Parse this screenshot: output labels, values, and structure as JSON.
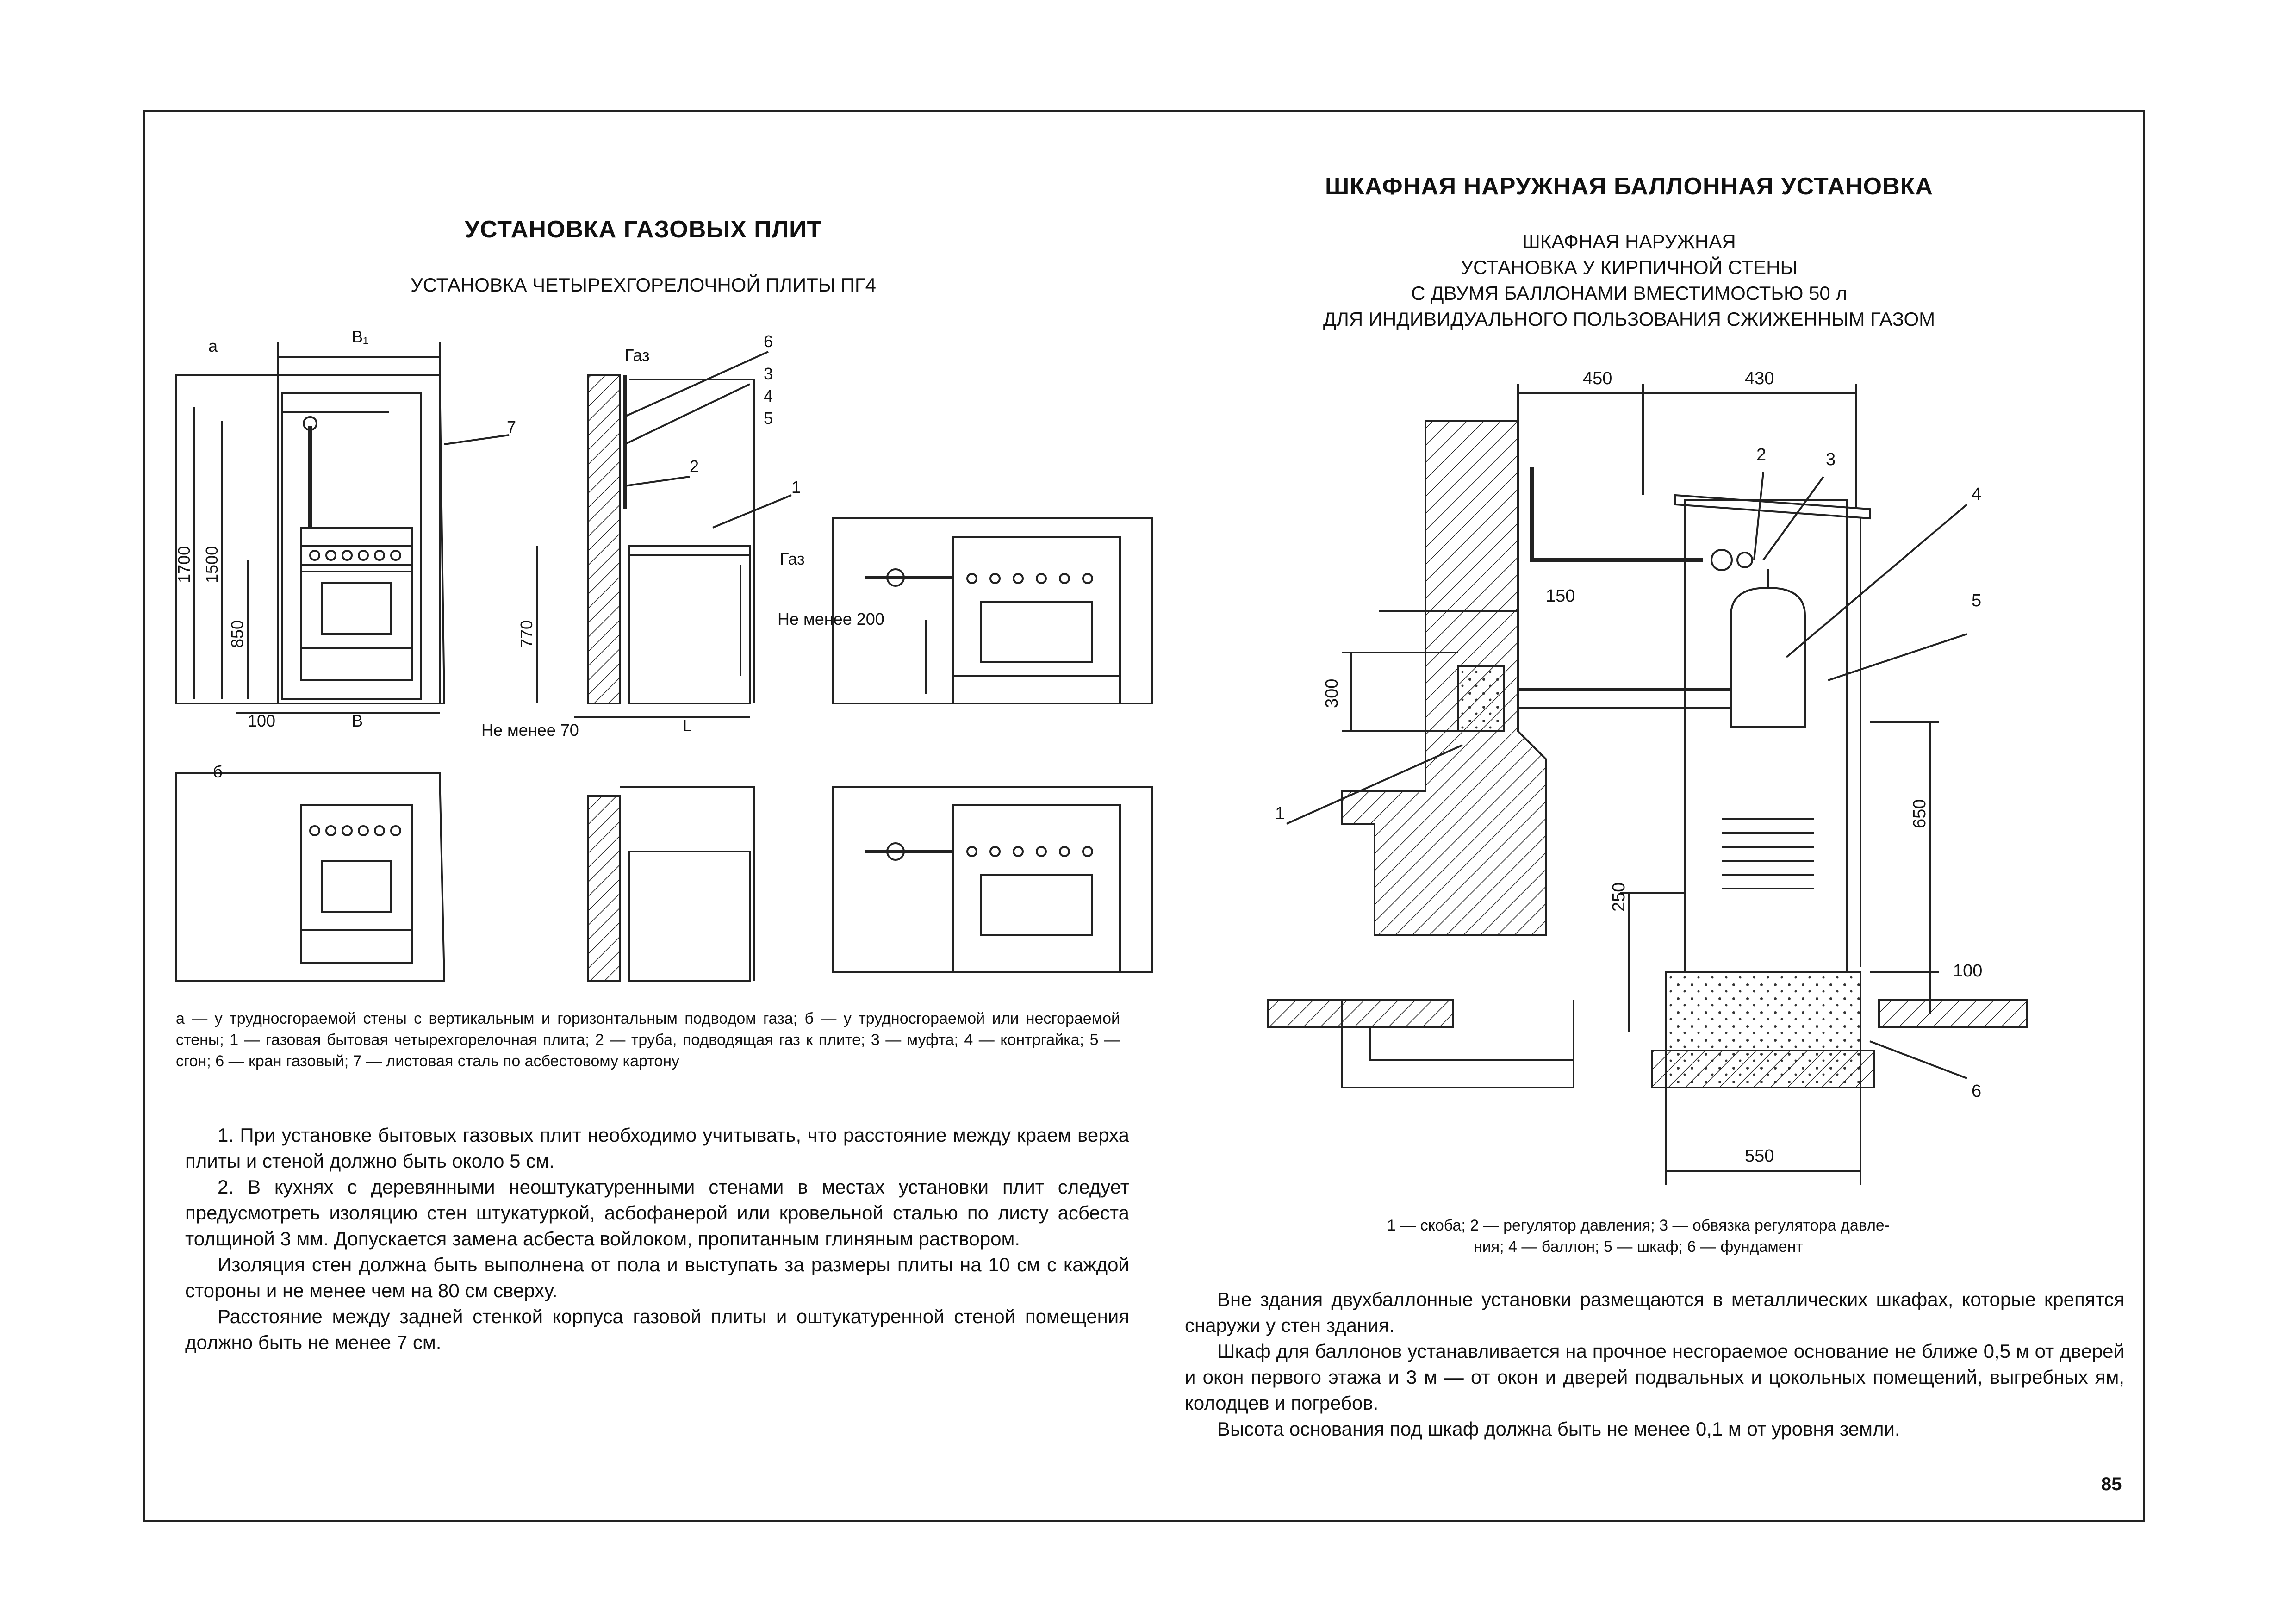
{
  "left": {
    "title": "УСТАНОВКА ГАЗОВЫХ ПЛИТ",
    "subtitle": "УСТАНОВКА ЧЕТЫРЕХГОРЕЛОЧНОЙ ПЛИТЫ ПГ4",
    "figure_labels": {
      "a": "а",
      "b": "б",
      "B1": "B₁",
      "B": "B",
      "L": "L",
      "dim_1700": "1700",
      "dim_1500": "1500",
      "dim_850": "850",
      "dim_100": "100",
      "dim_770": "770",
      "gas1": "Газ",
      "gas2": "Газ",
      "ne_menee_200": "Не менее 200",
      "ne_menee_70": "Не менее 70",
      "n1": "1",
      "n2": "2",
      "n3": "3",
      "n4": "4",
      "n5": "5",
      "n6": "6",
      "n7": "7"
    },
    "caption": "а — у трудносгораемой стены с вертикальным и горизонтальным подводом газа; б — у трудносгораемой или несгораемой стены; 1 — газовая бытовая четырехгорелочная плита; 2 — труба, подводящая газ к плите; 3 — муфта; 4 — контргайка; 5 — сгон; 6 — кран газовый; 7 — листовая сталь по асбестовому картону",
    "paragraphs": [
      "1. При установке бытовых газовых плит необходимо учитывать, что расстояние между краем верха плиты и стеной должно быть около 5 см.",
      "2. В кухнях с деревянными неоштукатуренными стенами в местах установки плит следует предусмотреть изоляцию стен штукатуркой, асбофанерой или кровельной сталью по листу асбеста толщиной 3 мм. Допускается замена асбеста войлоком, пропитанным глиняным раствором.",
      "Изоляция стен должна быть выполнена от пола и выступать за размеры плиты на 10 см с каждой стороны и не менее чем на 80 см сверху.",
      "Расстояние между задней стенкой корпуса газовой плиты и оштукатуренной стеной помещения должно быть не менее 7 см."
    ]
  },
  "right": {
    "title": "ШКАФНАЯ НАРУЖНАЯ БАЛЛОННАЯ УСТАНОВКА",
    "subtitle_lines": [
      "ШКАФНАЯ НАРУЖНАЯ",
      "УСТАНОВКА У КИРПИЧНОЙ СТЕНЫ",
      "С ДВУМЯ БАЛЛОНАМИ ВМЕСТИМОСТЬЮ 50 л",
      "ДЛЯ ИНДИВИДУАЛЬНОГО ПОЛЬЗОВАНИЯ СЖИЖЕННЫМ ГАЗОМ"
    ],
    "figure_labels": {
      "dim_450": "450",
      "dim_430": "430",
      "dim_150": "150",
      "dim_300": "300",
      "dim_650": "650",
      "dim_250": "250",
      "dim_100": "100",
      "dim_550": "550",
      "n1": "1",
      "n2": "2",
      "n3": "3",
      "n4": "4",
      "n5": "5",
      "n6": "6"
    },
    "caption_lines": [
      "1 — скоба; 2 — регулятор давления; 3 — обвязка регулятора давле-",
      "ния; 4 — баллон; 5 — шкаф; 6 — фундамент"
    ],
    "paragraphs": [
      "Вне здания двухбаллонные установки размещаются в металлических шкафах, которые крепятся снаружи у стен здания.",
      "Шкаф для баллонов устанавливается на прочное несгораемое основание не ближе 0,5 м от дверей и окон первого этажа и 3 м — от окон и дверей подвальных и цокольных помещений, выгребных ям, колодцев и погребов.",
      "Высота основания под шкаф должна быть не менее 0,1 м от уровня земли."
    ]
  },
  "page_number": "85"
}
